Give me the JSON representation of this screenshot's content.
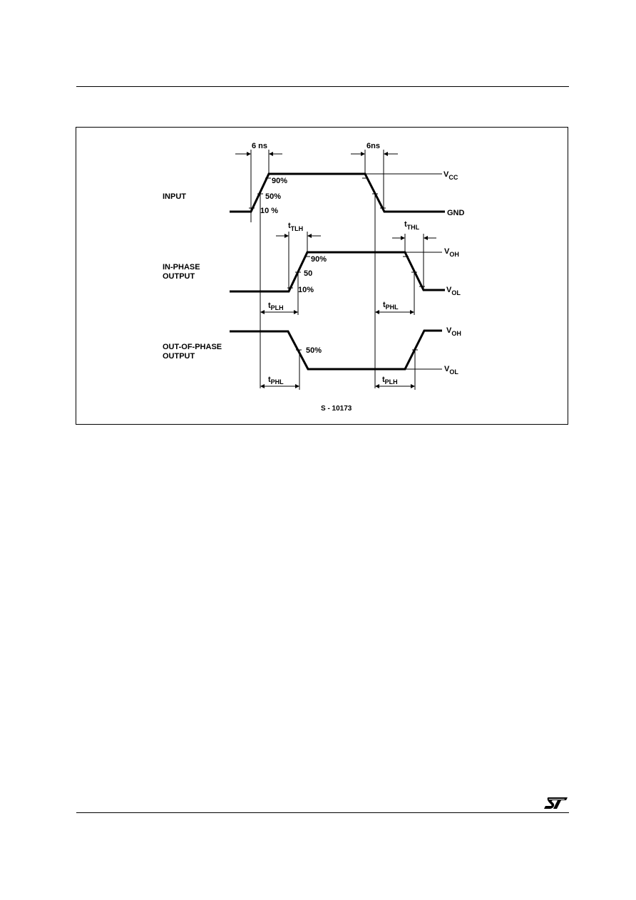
{
  "figure": {
    "signals": {
      "input": "INPUT",
      "in_phase_line1": "IN-PHASE",
      "in_phase_line2": "OUTPUT",
      "out_phase_line1": "OUT-OF-PHASE",
      "out_phase_line2": "OUTPUT"
    },
    "rail_labels": {
      "vcc_main": "V",
      "vcc_sub": "CC",
      "gnd": "GND",
      "voh_main": "V",
      "voh_sub": "OH",
      "vol_main": "V",
      "vol_sub": "OL"
    },
    "thresholds": {
      "p90": "90%",
      "p50": "50%",
      "p10": "10 %",
      "ip90": "90%",
      "ip50": "50",
      "ip10": "10%",
      "op50": "50%"
    },
    "timings": {
      "rise_time": "6 ns",
      "fall_time": "6ns",
      "t_main": "t",
      "tlh_sub": "TLH",
      "thl_sub": "THL",
      "plh_sub": "PLH",
      "phl_sub": "PHL"
    },
    "figure_id": "S - 10173"
  },
  "logo_alt": "ST"
}
